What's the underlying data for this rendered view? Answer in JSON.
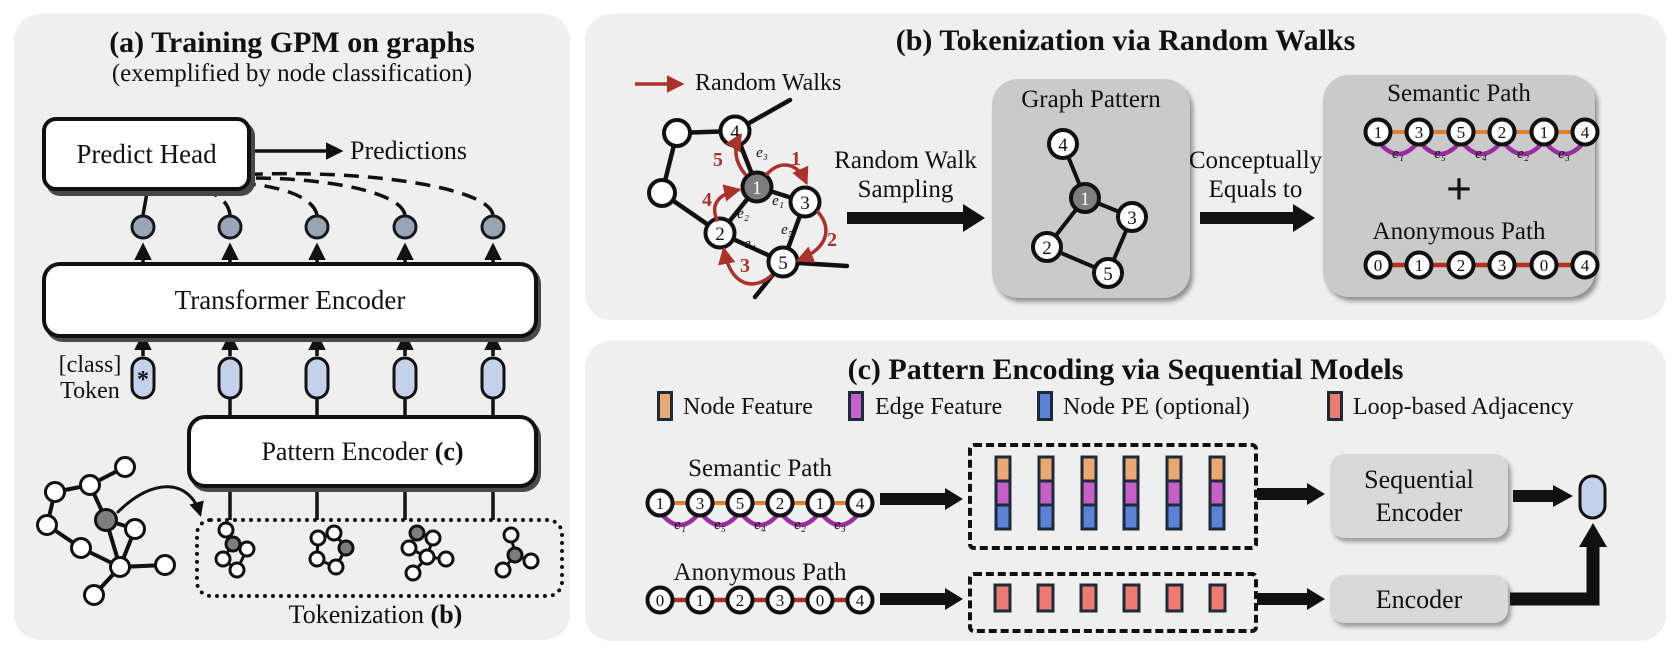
{
  "colors": {
    "panel_bg": "#efefef",
    "gray_box_bg": "#cacaca",
    "encoder_box_bg": "#d9d9d9",
    "pill_fill": "#c5d1ea",
    "token_circle_fill": "#9aa5b6",
    "gray_node_fill": "#7d7d7d",
    "walk_arrow_red": "#a9322a",
    "semantic_edge_orange": "#e0812f",
    "edge_arc_purple": "#992d9e",
    "anonymous_edge_red": "#b23121",
    "node_feature": "#eba873",
    "edge_feature": "#c75fc9",
    "node_pe": "#5c82d8",
    "loop_adjacency": "#ee7b70",
    "swatch_border": "#1c2b3a"
  },
  "panel_a": {
    "title": "(a) Training GPM on graphs",
    "subtitle": "(exemplified by node classification)",
    "predict_head": "Predict Head",
    "predictions": "Predictions",
    "transformer_encoder": "Transformer Encoder",
    "class_token_line1": "[class]",
    "class_token_line2": "Token",
    "class_token_symbol": "*",
    "pattern_encoder": "Pattern Encoder ",
    "pattern_encoder_ref": "(c)",
    "tokenization": "Tokenization ",
    "tokenization_ref": "(b)"
  },
  "panel_b": {
    "title": "(b) Tokenization via Random Walks",
    "random_walks_legend": "Random Walks",
    "sampling_line1": "Random Walk",
    "sampling_line2": "Sampling",
    "equals_line1": "Conceptually",
    "equals_line2": "Equals to",
    "graph_pattern_title": "Graph Pattern",
    "semantic_path_title": "Semantic Path",
    "anonymous_path_title": "Anonymous Path",
    "plus": "+",
    "graph": {
      "node_labels": {
        "n1": "1",
        "n2": "2",
        "n3": "3",
        "n4": "4",
        "n5": "5"
      },
      "edge_labels": {
        "e1": "e₁",
        "e2": "e₂",
        "e3": "e₃",
        "e4": "e₄",
        "e5": "e₅"
      },
      "walk_steps": [
        "1",
        "2",
        "3",
        "4",
        "5"
      ]
    },
    "pattern_nodes": {
      "n1": "1",
      "n2": "2",
      "n3": "3",
      "n4": "4",
      "n5": "5"
    },
    "semantic_path": {
      "nodes": [
        "1",
        "3",
        "5",
        "2",
        "1",
        "4"
      ],
      "edges": [
        "e₁",
        "e₅",
        "e₄",
        "e₂",
        "e₃"
      ]
    },
    "anonymous_path": {
      "nodes": [
        "0",
        "1",
        "2",
        "3",
        "0",
        "4"
      ]
    }
  },
  "panel_c": {
    "title": "(c) Pattern Encoding via Sequential Models",
    "legend": [
      {
        "label": "Node Feature"
      },
      {
        "label": "Edge Feature"
      },
      {
        "label": "Node PE (optional)"
      },
      {
        "label": "Loop-based Adjacency"
      }
    ],
    "semantic_path_title": "Semantic Path",
    "anonymous_path_title": "Anonymous Path",
    "semantic_path": {
      "nodes": [
        "1",
        "3",
        "5",
        "2",
        "1",
        "4"
      ],
      "edges": [
        "e₁",
        "e₅",
        "e₄",
        "e₂",
        "e₃"
      ]
    },
    "anonymous_path": {
      "nodes": [
        "0",
        "1",
        "2",
        "3",
        "0",
        "4"
      ]
    },
    "sequential_encoder_line1": "Sequential",
    "sequential_encoder_line2": "Encoder",
    "encoder": "Encoder"
  }
}
